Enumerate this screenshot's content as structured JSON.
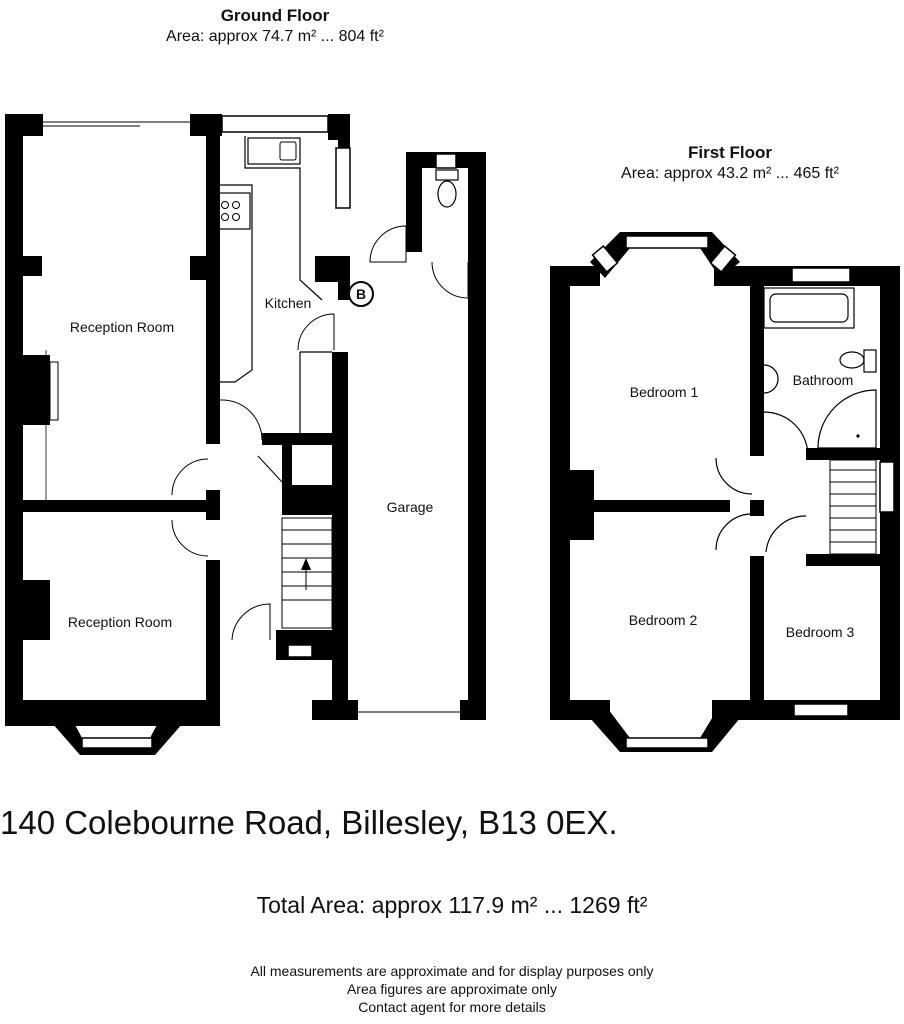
{
  "ground_floor": {
    "title": "Ground Floor",
    "area": "Area: approx 74.7 m² ... 804 ft²"
  },
  "first_floor": {
    "title": "First Floor",
    "area": "Area: approx 43.2 m² ... 465 ft²"
  },
  "rooms": {
    "reception_top": "Reception Room",
    "reception_bottom": "Reception Room",
    "kitchen": "Kitchen",
    "garage": "Garage",
    "boiler_mark": "B",
    "bedroom1": "Bedroom 1",
    "bedroom2": "Bedroom 2",
    "bedroom3": "Bedroom 3",
    "bathroom": "Bathroom"
  },
  "address": "140 Colebourne Road, Billesley, B13 0EX.",
  "total_area": "Total Area: approx 117.9 m² ... 1269 ft²",
  "disclaimer": [
    "All measurements are approximate and for display purposes only",
    "Area figures are approximate only",
    "Contact agent for more details"
  ],
  "colors": {
    "wall": "#000000",
    "background": "#ffffff",
    "text": "#111111"
  }
}
